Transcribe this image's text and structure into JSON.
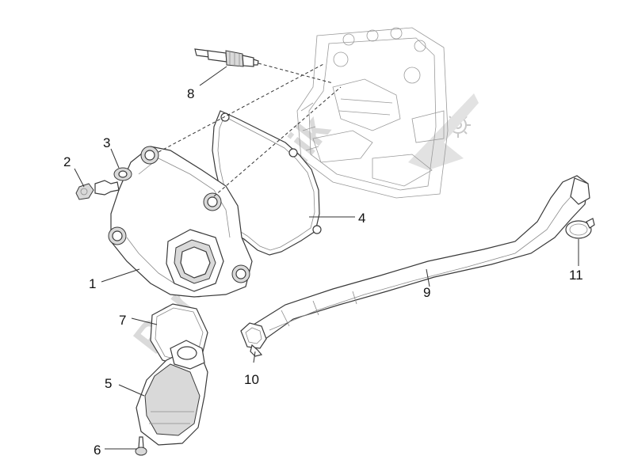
{
  "watermark": {
    "text": "PartsRepublik"
  },
  "callouts": [
    {
      "id": "1",
      "label": "1"
    },
    {
      "id": "2",
      "label": "2"
    },
    {
      "id": "3",
      "label": "3"
    },
    {
      "id": "4",
      "label": "4"
    },
    {
      "id": "5",
      "label": "5"
    },
    {
      "id": "6",
      "label": "6"
    },
    {
      "id": "7",
      "label": "7"
    },
    {
      "id": "8",
      "label": "8"
    },
    {
      "id": "9",
      "label": "9"
    },
    {
      "id": "10",
      "label": "10"
    },
    {
      "id": "11",
      "label": "11"
    }
  ],
  "colors": {
    "line": "#333333",
    "watermark": "#d4d4d4",
    "background": "#ffffff"
  },
  "icons": [
    "gear-icon"
  ]
}
